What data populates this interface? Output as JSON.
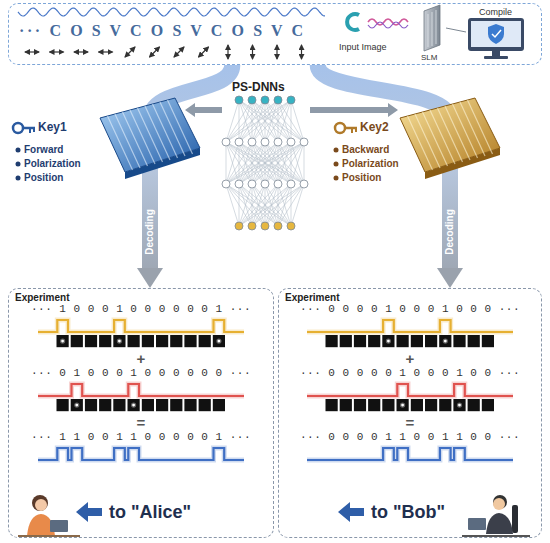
{
  "diagram": {
    "nodes": [
      {
        "text": [
          "··· C O S V C O S V C O S V C",
          "Input Image",
          "SLM",
          "Compile"
        ]
      },
      {
        "text": [
          "Experiment",
          "··· 1 0 0 0 1 0 0 0 0 0 0 1 ···",
          "+",
          "··· 0 1 0 0 0 1 0 0 0 0 0 0 ···",
          "=",
          "··· 1 1 0 0 1 1 0 0 0 0 0 1 ···",
          "to \"Alice\""
        ]
      },
      {
        "text": [
          "Experiment",
          "··· 0 0 0 0 1 0 0 0 1 0 0 0 ···",
          "+",
          "··· 0 0 0 0 0 1 0 0 0 1 0 0 ···",
          "=",
          "··· 0 0 0 0 1 1 0 0 1 1 0 0 ···",
          "to \"Bob\""
        ]
      }
    ],
    "edges": [
      {
        "from": 0,
        "to": 1,
        "arrow": "to",
        "label": "Decoding"
      },
      {
        "from": 0,
        "to": 2,
        "arrow": "to",
        "label": "Decoding"
      }
    ],
    "labels": [
      "PS-DNNs",
      "Key1",
      "Forward",
      "Polarization",
      "Position",
      "Key2",
      "Backward",
      "Polarization",
      "Position"
    ]
  }
}
